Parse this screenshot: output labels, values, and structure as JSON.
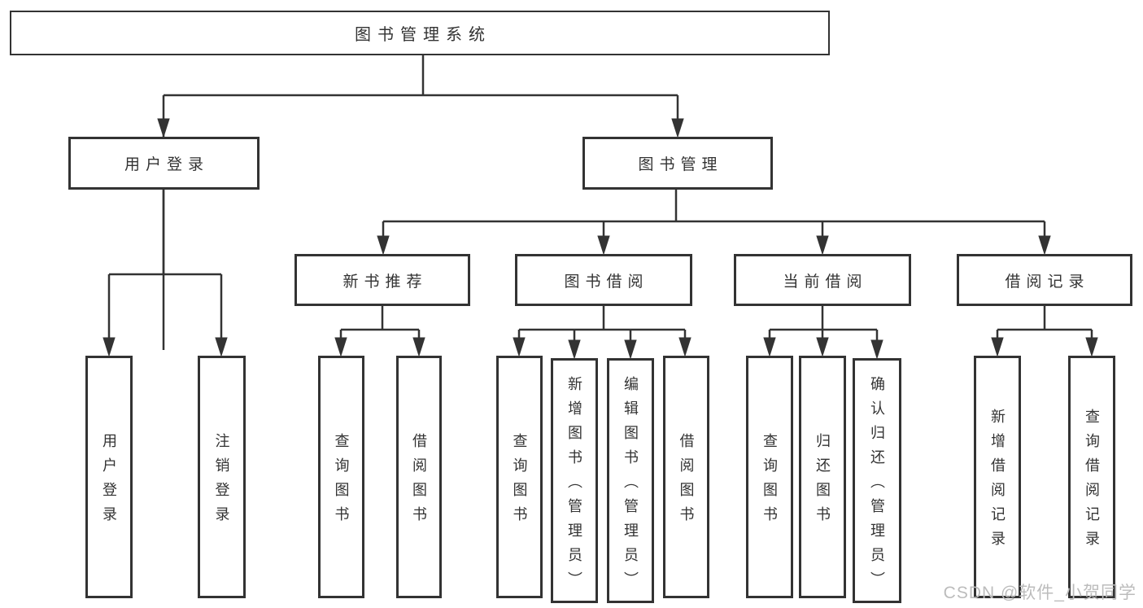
{
  "diagram": {
    "root": {
      "label": "图书管理系统"
    },
    "level2": [
      {
        "label": "用户登录"
      },
      {
        "label": "图书管理"
      }
    ],
    "level3": [
      {
        "label": "新书推荐"
      },
      {
        "label": "图书借阅"
      },
      {
        "label": "当前借阅"
      },
      {
        "label": "借阅记录"
      }
    ],
    "leaves": [
      {
        "label": "用户登录"
      },
      {
        "label": "注销登录"
      },
      {
        "label": "查询图书"
      },
      {
        "label": "借阅图书"
      },
      {
        "label": "查询图书"
      },
      {
        "label": "新增图书（管理员）"
      },
      {
        "label": "编辑图书（管理员）"
      },
      {
        "label": "借阅图书"
      },
      {
        "label": "查询图书"
      },
      {
        "label": "归还图书"
      },
      {
        "label": "确认归还（管理员）"
      },
      {
        "label": "新增借阅记录"
      },
      {
        "label": "查询借阅记录"
      }
    ]
  },
  "watermark": {
    "text": "CSDN @软件_小贺同学"
  },
  "colors": {
    "line": "#333333",
    "text": "#333333",
    "watermark": "#bcbcbc",
    "background": "#ffffff"
  }
}
